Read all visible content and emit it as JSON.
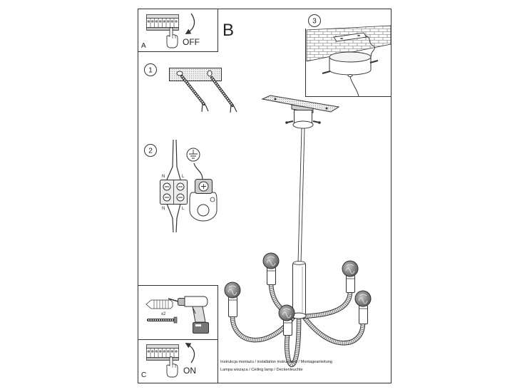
{
  "step_a": {
    "label": "A",
    "action": "OFF"
  },
  "step_b": {
    "label": "B"
  },
  "step_1": {
    "number": "1"
  },
  "step_2": {
    "number": "2",
    "wire_top_neutral": "N",
    "wire_top_live": "L",
    "wire_bottom_neutral": "N",
    "wire_bottom_live": "L"
  },
  "step_3": {
    "number": "3"
  },
  "fixings": {
    "quantity": "x2"
  },
  "step_c": {
    "label": "C",
    "action": "ON"
  },
  "footer": {
    "line1": "Instrukcja montażu / installation instructions / Montageanleitung",
    "line2": "Lampa wisząca / Ceiling lamp / Deckenleuchte"
  },
  "icons": [
    "terminal-strip-icon",
    "hand-pointer-icon",
    "curved-arrow-icon",
    "ground-symbol-icon",
    "wall-plug-icon",
    "screw-icon",
    "drill-icon",
    "light-bulb-icon"
  ],
  "colors": {
    "line": "#333333",
    "background": "#ffffff",
    "bulb": "#5a5a5a"
  }
}
